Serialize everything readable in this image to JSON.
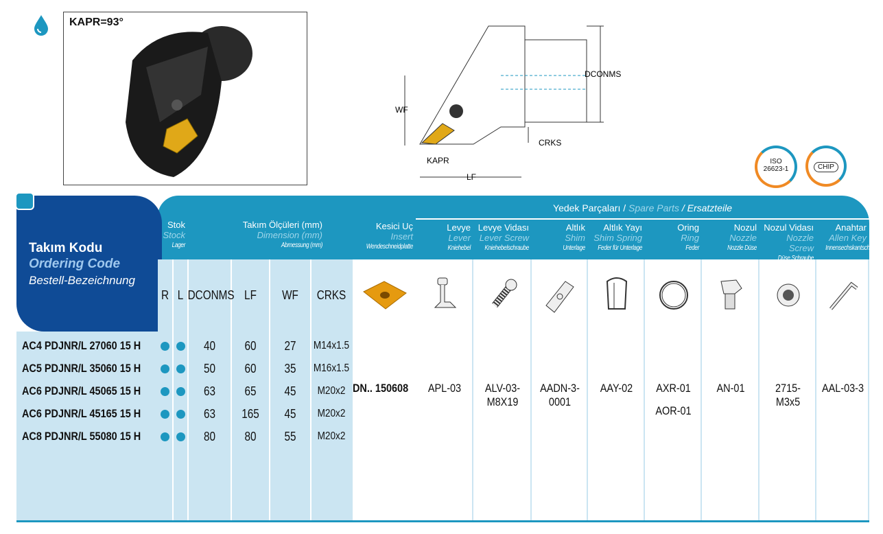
{
  "header": {
    "kapr_label": "KAPR=93°",
    "diagram_labels": {
      "dconms": "DCONMS",
      "wf": "WF",
      "crks": "CRKS",
      "kapr": "KAPR",
      "lf": "LF"
    },
    "badges": {
      "iso_line1": "ISO",
      "iso_line2": "26623-1",
      "chip": "CHIP"
    }
  },
  "table": {
    "code_header": {
      "tr": "Takım Kodu",
      "en": "Ordering Code",
      "de": "Bestell-Bezeichnung"
    },
    "stock_header": {
      "tr": "Stok",
      "en": "Stock",
      "de": "Lager"
    },
    "dim_header": {
      "tr": "Takım Ölçüleri (mm)",
      "en": "Dimension (mm)",
      "de": "Abmessung (mm)"
    },
    "spare_header": {
      "tr": "Yedek Parçaları /",
      "en": "Spare Parts",
      "de": "/ Ersatzteile"
    },
    "insert_header": {
      "tr": "Kesici Uç",
      "en": "Insert",
      "de": "Wendeschneidplatte"
    },
    "sub_columns": [
      "R",
      "L",
      "DCONMS",
      "LF",
      "WF",
      "CRKS"
    ],
    "parts": [
      {
        "tr": "Levye",
        "en": "Lever",
        "de": "Kniehebel",
        "value": "APL-03",
        "icon": "lever-icon"
      },
      {
        "tr": "Levye Vidası",
        "en": "Lever Screw",
        "de": "Kniehebelschraube",
        "value": "ALV-03-M8X19",
        "icon": "screw-icon"
      },
      {
        "tr": "Altlık",
        "en": "Shim",
        "de": "Unterlage",
        "value": "AADN-3-0001",
        "icon": "shim-icon"
      },
      {
        "tr": "Altlık Yayı",
        "en": "Shim Spring",
        "de": "Feder für Unterlage",
        "value": "AAY-02",
        "icon": "spring-icon"
      },
      {
        "tr": "Oring",
        "en": "Ring",
        "de": "Feder",
        "value": "AXR-01",
        "value2": "AOR-01",
        "icon": "ring-icon"
      },
      {
        "tr": "Nozul",
        "en": "Nozzle",
        "de": "Nozzle Düse",
        "value": "AN-01",
        "icon": "nozzle-icon"
      },
      {
        "tr": "Nozul Vidası",
        "en": "Nozzle Screw",
        "de": "Düse Schraube",
        "value": "2715-M3x5",
        "icon": "set-screw-icon"
      },
      {
        "tr": "Anahtar",
        "en": "Allen Key",
        "de": "Innensechskantschlüssel",
        "value": "AAL-03-3",
        "icon": "allen-key-icon"
      }
    ],
    "insert_value": "DN.. 150608",
    "rows": [
      {
        "code": "AC4 PDJNR/L 27060 15 H",
        "dconms": "40",
        "lf": "60",
        "wf": "27",
        "crks": "M14x1.5"
      },
      {
        "code": "AC5 PDJNR/L 35060 15 H",
        "dconms": "50",
        "lf": "60",
        "wf": "35",
        "crks": "M16x1.5"
      },
      {
        "code": "AC6 PDJNR/L 45065 15 H",
        "dconms": "63",
        "lf": "65",
        "wf": "45",
        "crks": "M20x2"
      },
      {
        "code": "AC6 PDJNR/L 45165 15 H",
        "dconms": "63",
        "lf": "165",
        "wf": "45",
        "crks": "M20x2"
      },
      {
        "code": "AC8 PDJNR/L 55080 15 H",
        "dconms": "80",
        "lf": "80",
        "wf": "55",
        "crks": "M20x2"
      }
    ]
  }
}
